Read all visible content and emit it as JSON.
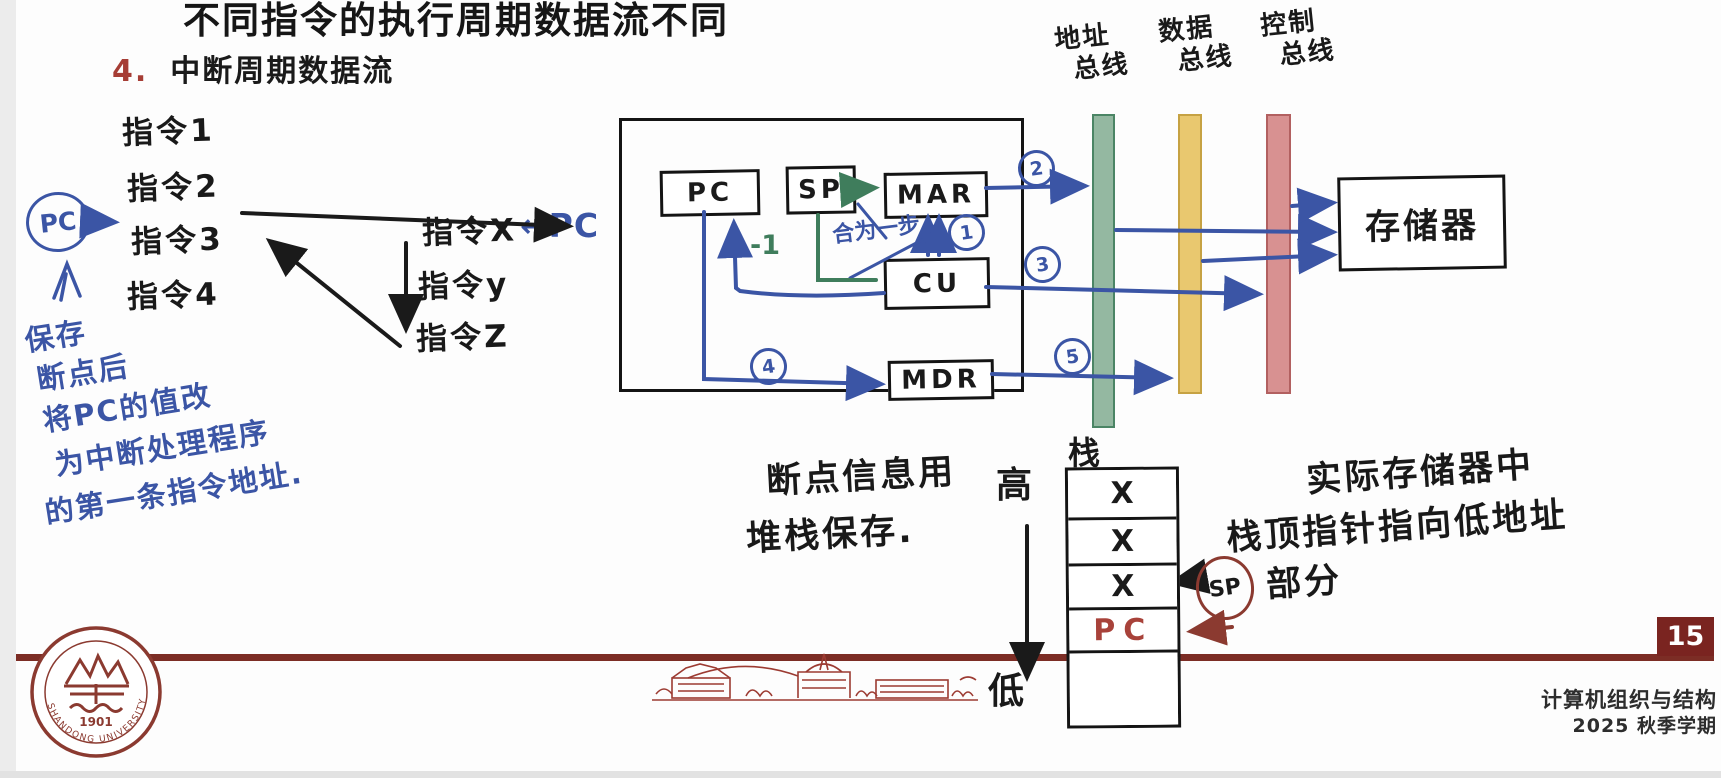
{
  "slide": {
    "title": "不同指令的执行周期数据流不同",
    "section_number": "4.",
    "section_title": "中断周期数据流"
  },
  "program": {
    "pc_label": "PC",
    "instructions": [
      "指令1",
      "指令2",
      "指令3",
      "指令4"
    ],
    "note_lines": [
      "保存",
      "断点后",
      "将PC的值改",
      "为中断处理程序",
      "的第一条指令地址."
    ]
  },
  "isr_program": {
    "instructions": [
      "指令X",
      "指令y",
      "指令Z"
    ],
    "pc_pointer": "←PC"
  },
  "cpu": {
    "pc": "PC",
    "sp": "SP",
    "mar": "MAR",
    "cu": "CU",
    "mdr": "MDR",
    "minus_one": "-1",
    "combine_note": "合为一步",
    "steps": {
      "s1": "1",
      "s2": "2",
      "s3": "3",
      "s4": "4",
      "s5": "5"
    }
  },
  "buses": {
    "address": {
      "line1": "地址",
      "line2": "总线",
      "fill": "#94b8a1",
      "border": "#4b8565"
    },
    "data": {
      "line1": "数据",
      "line2": "总线",
      "fill": "#e9c86f",
      "border": "#c6a243"
    },
    "control": {
      "line1": "控制",
      "line2": "总线",
      "fill": "#d89191",
      "border": "#b26060"
    }
  },
  "memory": {
    "label": "存储器"
  },
  "stack": {
    "label": "栈",
    "high": "高",
    "low": "低",
    "cells": [
      "X",
      "X",
      "X",
      "PC",
      ""
    ],
    "sp_label": "SP",
    "note_line1": "断点信息用",
    "note_line2": "堆栈保存.",
    "right_note_lines": [
      "实际存储器中",
      "栈顶指针指向低地址",
      "部分"
    ]
  },
  "footer": {
    "page_number": "15",
    "course": "计算机组织与结构",
    "term": "2025 秋季学期",
    "logo_year": "1901",
    "logo_name": "SHANDONG UNIVERSITY"
  },
  "colors": {
    "ink_blue": "#3b55a5",
    "ink_green": "#3f7d5c",
    "ink_black": "#1a1a1a",
    "dark_red": "#8b3a30",
    "accent_red": "#7a2420"
  }
}
